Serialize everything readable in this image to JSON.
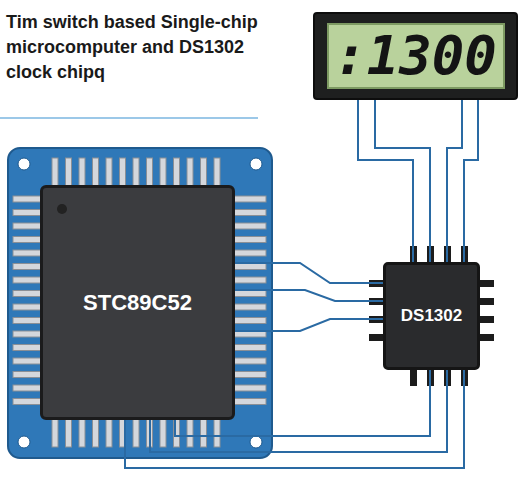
{
  "diagram": {
    "title": "Tim switch based Single-chip microcomputer and DS1302 clock chipq",
    "nodes": [
      {
        "text": [
          ":1300"
        ]
      },
      {
        "text": [
          "STC89C52"
        ]
      },
      {
        "text": [
          "DS1302"
        ]
      }
    ],
    "edges": [
      {
        "from": 0,
        "to": 2,
        "arrow": "none"
      },
      {
        "from": 0,
        "to": 2,
        "arrow": "none"
      },
      {
        "from": 0,
        "to": 2,
        "arrow": "none"
      },
      {
        "from": 0,
        "to": 2,
        "arrow": "none"
      },
      {
        "from": 1,
        "to": 2,
        "arrow": "none"
      },
      {
        "from": 1,
        "to": 2,
        "arrow": "none"
      },
      {
        "from": 1,
        "to": 2,
        "arrow": "none"
      },
      {
        "from": 1,
        "to": 2,
        "arrow": "none"
      },
      {
        "from": 1,
        "to": 2,
        "arrow": "none"
      },
      {
        "from": 1,
        "to": 2,
        "arrow": "none"
      }
    ]
  }
}
